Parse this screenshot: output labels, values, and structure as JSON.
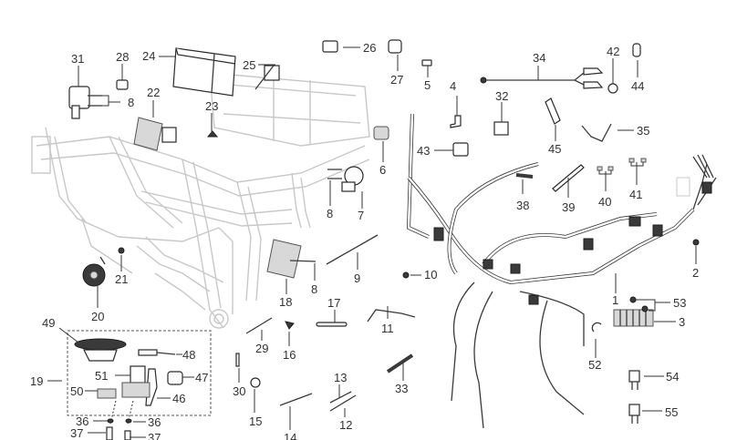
{
  "diagram": {
    "title": "Electrical system exploded parts diagram",
    "callouts": {
      "c1": "1",
      "c2": "2",
      "c3": "3",
      "c4": "4",
      "c5": "5",
      "c6": "6",
      "c7": "7",
      "c8a": "8",
      "c8b": "8",
      "c8c": "8",
      "c9": "9",
      "c10": "10",
      "c11": "11",
      "c12": "12",
      "c13": "13",
      "c14": "14",
      "c15": "15",
      "c16": "16",
      "c17": "17",
      "c18": "18",
      "c19": "19",
      "c20": "20",
      "c21": "21",
      "c22": "22",
      "c23": "23",
      "c24": "24",
      "c25": "25",
      "c26": "26",
      "c27": "27",
      "c28": "28",
      "c29": "29",
      "c30": "30",
      "c31": "31",
      "c32": "32",
      "c33": "33",
      "c34": "34",
      "c35": "35",
      "c36a": "36",
      "c36b": "36",
      "c37a": "37",
      "c37b": "37",
      "c38": "38",
      "c39": "39",
      "c40": "40",
      "c41": "41",
      "c42": "42",
      "c43": "43",
      "c44": "44",
      "c45": "45",
      "c46": "46",
      "c47": "47",
      "c48": "48",
      "c49": "49",
      "c50": "50",
      "c51": "51",
      "c52": "52",
      "c53": "53",
      "c54": "54",
      "c55": "55"
    },
    "colors": {
      "frame": "#c8c8c8",
      "part_outline": "#2a2a2a",
      "label": "#333333"
    }
  }
}
